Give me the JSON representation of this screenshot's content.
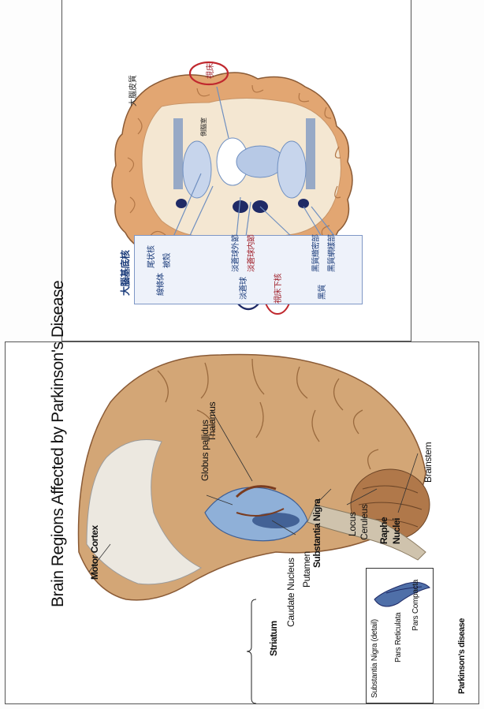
{
  "figure_a": {
    "title": "Brain Regions Affected by Parkinson's Disease",
    "labels": {
      "motor_cortex": "Motor Cortex",
      "globus_pallidus": "Globus pallidus",
      "thalamus": "Thalamus",
      "striatum": "Striatum",
      "caudate_nucleus": "Caudate Nucleus",
      "putamen": "Putamen",
      "substantia_nigra": "Substantia Nigra",
      "locus_ceruleus_1": "Locus",
      "locus_ceruleus_2": "Ceruleus",
      "raphe_nuclei_1": "Raphe",
      "raphe_nuclei_2": "Nuclei",
      "brainstem": "Brainstem"
    },
    "legend": {
      "heading": "Substantia Nigra (detail)",
      "pars_reticulata": "Pars Reticulata",
      "pars_compacta": "Pars Compacta"
    },
    "caption": "Parkinson's disease"
  },
  "figure_b": {
    "box_title": "大腦基底核",
    "cortex_label": "大腦皮質",
    "ventricle_label": "側腦室",
    "thalamus_label": "視床",
    "group1_bracket": "線條体",
    "group1_items": [
      "尾状核",
      "被殼"
    ],
    "group2_bracket": "淡蒼球",
    "group2_items": [
      "淡蒼球外節",
      "淡蒼球内節"
    ],
    "subthalamic": "視床下核",
    "group3_bracket": "黑質",
    "group3_items": [
      "黑質緻密部",
      "黑質網樣部"
    ]
  },
  "colors": {
    "red_circle": "#c0282e",
    "navy_circle": "#1f2a66",
    "box_border": "#7f97c6"
  }
}
